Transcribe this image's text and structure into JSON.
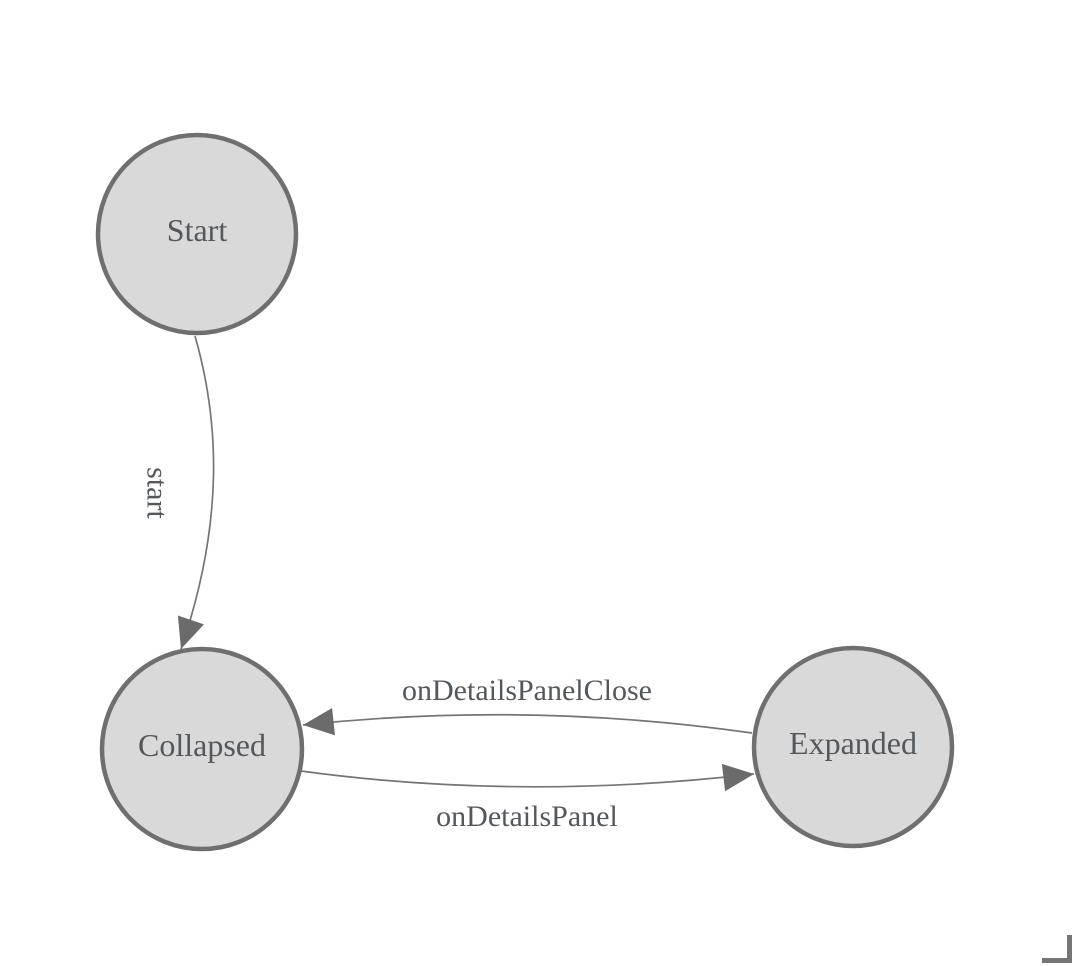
{
  "diagram": {
    "type": "state-machine",
    "nodes": [
      {
        "id": "Start",
        "label": "Start"
      },
      {
        "id": "Collapsed",
        "label": "Collapsed"
      },
      {
        "id": "Expanded",
        "label": "Expanded"
      }
    ],
    "edges": [
      {
        "from": "Start",
        "to": "Collapsed",
        "label": "start"
      },
      {
        "from": "Collapsed",
        "to": "Expanded",
        "label": "onDetailsPanel"
      },
      {
        "from": "Expanded",
        "to": "Collapsed",
        "label": "onDetailsPanelClose"
      }
    ],
    "colors": {
      "node_fill": "#d9d9d9",
      "node_stroke": "#6f6f6f",
      "edge_stroke": "#757575",
      "arrow_fill": "#6b6b6b",
      "label_text": "#54585c",
      "background": "#ffffff"
    },
    "icons": {
      "corner_bracket_icon": "L-shape"
    }
  }
}
